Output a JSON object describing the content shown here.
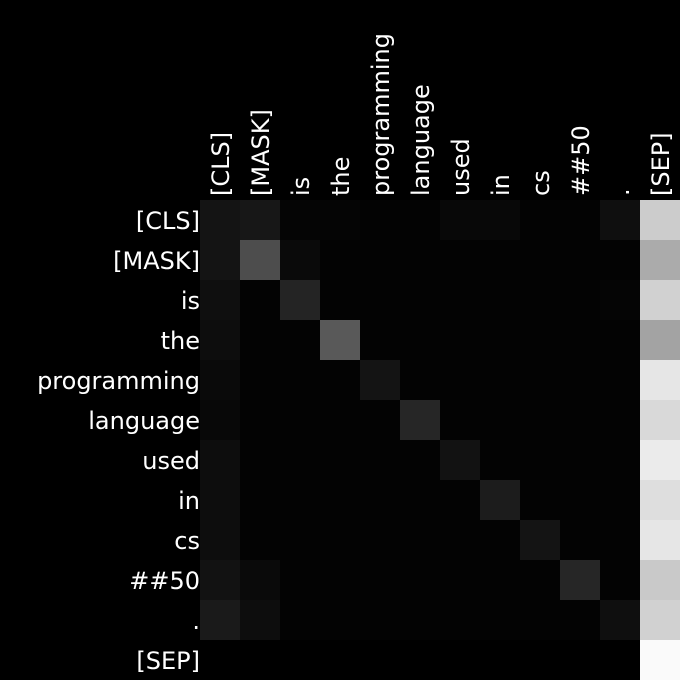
{
  "chart_data": {
    "type": "heatmap",
    "x_labels": [
      "[CLS]",
      "[MASK]",
      "is",
      "the",
      "programming",
      "language",
      "used",
      "in",
      "cs",
      "##50",
      ".",
      "[SEP]"
    ],
    "y_labels": [
      "[CLS]",
      "[MASK]",
      "is",
      "the",
      "programming",
      "language",
      "used",
      "in",
      "cs",
      "##50",
      ".",
      "[SEP]"
    ],
    "values": [
      [
        0.08,
        0.09,
        0.02,
        0.02,
        0.01,
        0.01,
        0.03,
        0.03,
        0.01,
        0.01,
        0.06,
        0.8
      ],
      [
        0.08,
        0.3,
        0.04,
        0.01,
        0.01,
        0.01,
        0.01,
        0.01,
        0.01,
        0.01,
        0.01,
        0.67
      ],
      [
        0.06,
        0.01,
        0.14,
        0.01,
        0.01,
        0.01,
        0.01,
        0.01,
        0.01,
        0.01,
        0.02,
        0.82
      ],
      [
        0.05,
        0.01,
        0.01,
        0.35,
        0.01,
        0.01,
        0.01,
        0.01,
        0.01,
        0.01,
        0.01,
        0.64
      ],
      [
        0.04,
        0.01,
        0.01,
        0.01,
        0.08,
        0.01,
        0.01,
        0.01,
        0.01,
        0.01,
        0.01,
        0.9
      ],
      [
        0.03,
        0.01,
        0.01,
        0.01,
        0.01,
        0.15,
        0.01,
        0.01,
        0.01,
        0.01,
        0.01,
        0.85
      ],
      [
        0.05,
        0.01,
        0.01,
        0.01,
        0.01,
        0.01,
        0.07,
        0.01,
        0.01,
        0.01,
        0.01,
        0.92
      ],
      [
        0.05,
        0.01,
        0.01,
        0.01,
        0.01,
        0.01,
        0.01,
        0.11,
        0.01,
        0.01,
        0.01,
        0.87
      ],
      [
        0.05,
        0.01,
        0.01,
        0.01,
        0.01,
        0.01,
        0.01,
        0.01,
        0.08,
        0.01,
        0.01,
        0.9
      ],
      [
        0.07,
        0.04,
        0.01,
        0.01,
        0.01,
        0.01,
        0.01,
        0.01,
        0.01,
        0.15,
        0.01,
        0.79
      ],
      [
        0.1,
        0.05,
        0.01,
        0.01,
        0.01,
        0.01,
        0.01,
        0.01,
        0.01,
        0.01,
        0.06,
        0.82
      ],
      [
        0.0,
        0.0,
        0.0,
        0.0,
        0.0,
        0.0,
        0.0,
        0.0,
        0.0,
        0.0,
        0.0,
        0.98
      ]
    ],
    "vmin": 0,
    "vmax": 1,
    "colormap": "grayscale",
    "background_color": "#000000",
    "label_color": "#ffffff",
    "x_label_position": "top, rotated vertical",
    "y_label_position": "left, right-aligned",
    "grid": false,
    "legend": "none"
  }
}
